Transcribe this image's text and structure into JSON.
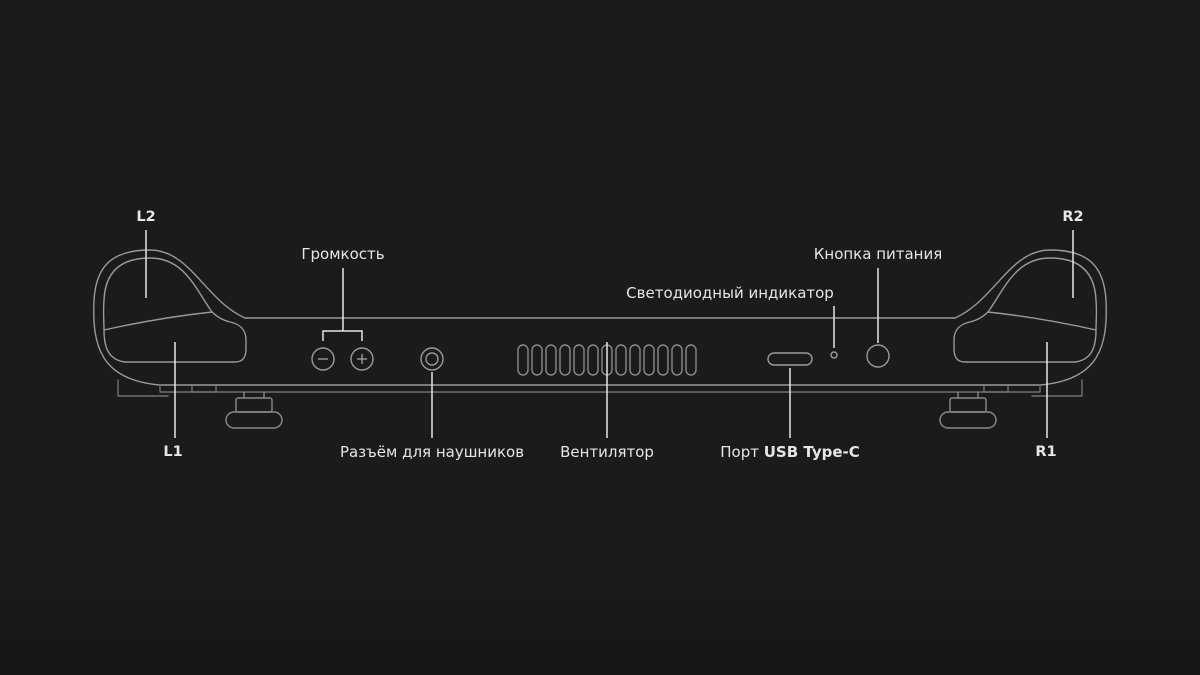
{
  "labels": {
    "l2": "L2",
    "r2": "R2",
    "l1": "L1",
    "r1": "R1",
    "volume": "Громкость",
    "power_button": "Кнопка питания",
    "led_indicator": "Светодиодный индикатор",
    "headphone_jack": "Разъём для наушников",
    "fan": "Вентилятор",
    "usb_port_prefix": "Порт",
    "usb_port_name": "USB Type-C"
  },
  "icons": {
    "volume_down": "minus-circle",
    "volume_up": "plus-circle"
  },
  "colors": {
    "background": "#1b1b1b",
    "outline": "#9a9a9a",
    "text": "#e6e6e6"
  }
}
